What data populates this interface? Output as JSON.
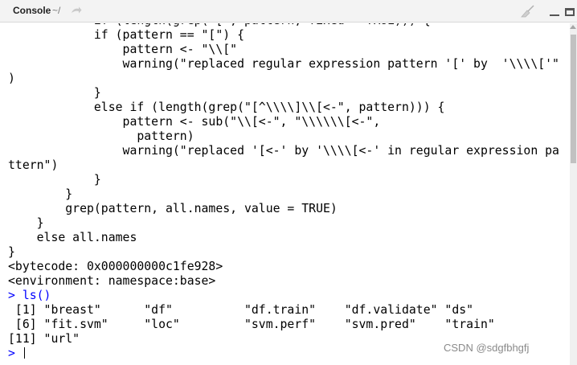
{
  "header": {
    "title": "Console",
    "working_dir": "~/",
    "go_icon": "arrow-icon",
    "clear_icon": "broom-icon"
  },
  "console": {
    "lines": [
      {
        "text": "            if (length(grep(\"[\", pattern, fixed = TRUE))) {",
        "type": "output"
      },
      {
        "text": "            if (pattern == \"[\") {",
        "type": "output"
      },
      {
        "text": "                pattern <- \"\\\\[\"",
        "type": "output"
      },
      {
        "text": "                warning(\"replaced regular expression pattern '[' by  '\\\\\\\\['\"",
        "type": "output"
      },
      {
        "text": ")",
        "type": "output"
      },
      {
        "text": "            }",
        "type": "output"
      },
      {
        "text": "            else if (length(grep(\"[^\\\\\\\\]\\\\[<-\", pattern))) {",
        "type": "output"
      },
      {
        "text": "                pattern <- sub(\"\\\\[<-\", \"\\\\\\\\\\\\[<-\",",
        "type": "output"
      },
      {
        "text": "                  pattern)",
        "type": "output"
      },
      {
        "text": "                warning(\"replaced '[<-' by '\\\\\\\\[<-' in regular expression pa",
        "type": "output"
      },
      {
        "text": "ttern\")",
        "type": "output"
      },
      {
        "text": "            }",
        "type": "output"
      },
      {
        "text": "        }",
        "type": "output"
      },
      {
        "text": "        grep(pattern, all.names, value = TRUE)",
        "type": "output"
      },
      {
        "text": "    }",
        "type": "output"
      },
      {
        "text": "    else all.names",
        "type": "output"
      },
      {
        "text": "}",
        "type": "output"
      },
      {
        "text": "<bytecode: 0x000000000c1fe928>",
        "type": "output"
      },
      {
        "text": "<environment: namespace:base>",
        "type": "output"
      },
      {
        "text": "> ls()",
        "type": "input"
      },
      {
        "text": " [1] \"breast\"      \"df\"          \"df.train\"    \"df.validate\" \"ds\"",
        "type": "output"
      },
      {
        "text": " [6] \"fit.svm\"     \"loc\"         \"svm.perf\"    \"svm.pred\"    \"train\"",
        "type": "output"
      },
      {
        "text": "[11] \"url\"",
        "type": "output"
      },
      {
        "text": "> ",
        "type": "input"
      }
    ]
  },
  "watermark": "CSDN @sdgfbhgfj"
}
